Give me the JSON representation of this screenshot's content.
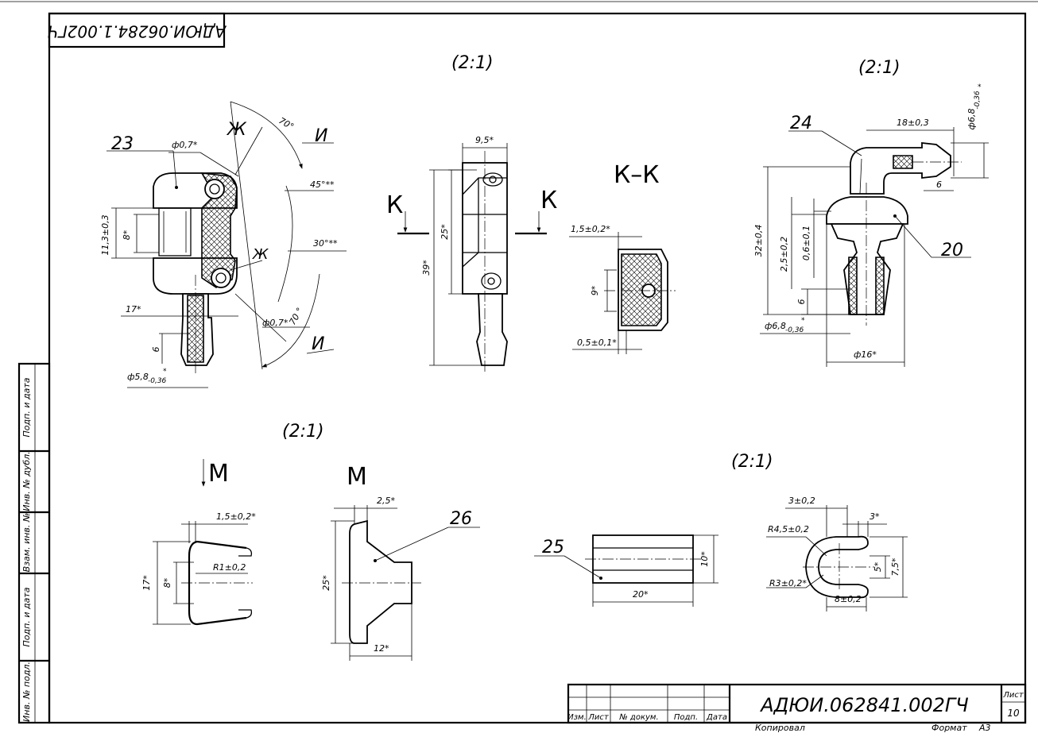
{
  "doc_code_rotated": "АДЮИ.06284.1.002ГЧ",
  "title_block": {
    "designation": "АДЮИ.062841.002ГЧ",
    "sheet_label": "Лист",
    "sheet_number": "10",
    "col_izm": "Изм.",
    "col_list": "Лист",
    "col_doc": "№ докум.",
    "col_podp": "Подп.",
    "col_data": "Дата",
    "kopiroval": "Копировал",
    "format_label": "Формат",
    "format_value": "А3"
  },
  "side_stamp": {
    "podp_i_data_1": "Подп. и дата",
    "inv_dubl": "Инв. № дубл.",
    "vzam_inv": "Взам. инв. №",
    "podp_i_data_2": "Подп. и дата",
    "inv_podl": "Инв. № подл."
  },
  "scales": {
    "s1": "(2:1)",
    "s2": "(2:1)",
    "s3": "(2:1)",
    "s4": "(2:1)"
  },
  "section_labels": {
    "kk": "К–К",
    "k_left": "К",
    "k_right": "К",
    "m_arrow": "М",
    "m_view": "М",
    "zh1": "Ж",
    "zh2": "Ж",
    "i1": "И",
    "i2": "И"
  },
  "positions": {
    "p23": "23",
    "p24": "24",
    "p20": "20",
    "p26": "26",
    "p25": "25"
  },
  "dims": {
    "d07a": "ф0,7*",
    "d07b": "ф0,7*",
    "a70a": "70°",
    "a70b": "70 °",
    "a45": "45°**",
    "a30": "30°**",
    "d113": "11,3±0,3",
    "d8": "8*",
    "d17": "17*",
    "d6a": "6",
    "d58": "ф5,8",
    "d58tol": "-0,36",
    "star": "*",
    "d95": "9,5*",
    "d25": "25*",
    "d39": "39*",
    "d152": "1,5±0,2*",
    "d9": "9*",
    "d051": "0,5±0,1*",
    "d18": "18±0,3",
    "d68": "ф6,8",
    "d68tol": "-0,36",
    "d6b": "6",
    "d324": "32±0,4",
    "d252": "2,5±0,2",
    "d061": "0,6±0,1",
    "d6c": "6",
    "d68b": "ф6,8",
    "d68btol": "-0,36",
    "d16": "ф16*",
    "m152": "1,5±0,2*",
    "r1": "R1±0,2",
    "m17": "17*",
    "m8": "8*",
    "v25": "2,5*",
    "v25b": "25*",
    "v12": "12*",
    "b10": "10*",
    "b20": "20*",
    "c3": "3±0,2",
    "c3s": "3*",
    "r45": "R4,5±0,2",
    "r3": "R3±0,2*",
    "c5": "5*",
    "c75": "7,5*",
    "c8": "8±0,2"
  }
}
